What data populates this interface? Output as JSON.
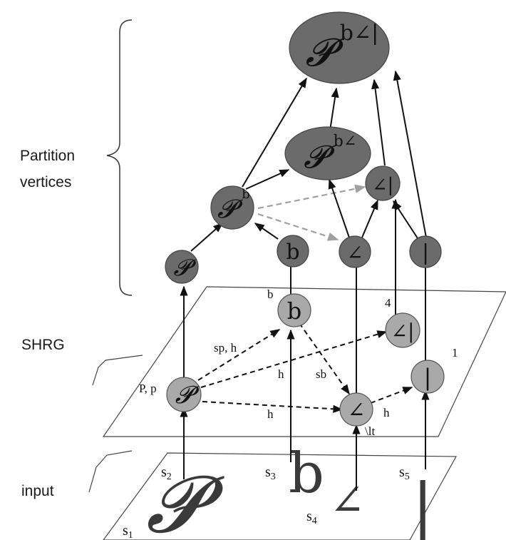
{
  "levels": {
    "partition": [
      "Partition",
      "vertices"
    ],
    "shrg": "SHRG",
    "input": "input"
  },
  "partition_nodes": {
    "p": "𝓟",
    "b": "b",
    "lt": "∠",
    "one": "|",
    "pb": "𝓟",
    "pb_sup": "b",
    "ltone": "∠|",
    "pblt": "𝓟",
    "pblt_sup": "b∠",
    "root": "𝓟",
    "root_sup": "b∠|"
  },
  "shrg_nodes": {
    "p": "𝓟",
    "b": "b",
    "lt": "∠",
    "ltone": "∠|",
    "one": "|"
  },
  "shrg_node_labels": {
    "p": "P, p",
    "b": "b",
    "lt": "\\lt",
    "four": "4",
    "one": "1"
  },
  "edge_labels": {
    "sp_h": "sp, h",
    "h1": "h",
    "h2": "h",
    "sb": "sb",
    "h3": "h"
  },
  "strokes": {
    "s1": {
      "base": "s",
      "sub": "1"
    },
    "s2": {
      "base": "s",
      "sub": "2"
    },
    "s3": {
      "base": "s",
      "sub": "3"
    },
    "s4": {
      "base": "s",
      "sub": "4"
    },
    "s5": {
      "base": "s",
      "sub": "5"
    }
  },
  "input_glyphs": {
    "g1": "𝓟",
    "g2": "b",
    "g3": "∠",
    "g4": "|"
  },
  "colors": {
    "partition_fill": "#6b6b6b",
    "shrg_fill": "#a9a9a9",
    "dashed_gray": "#a0a0a0",
    "line": "#111111"
  }
}
